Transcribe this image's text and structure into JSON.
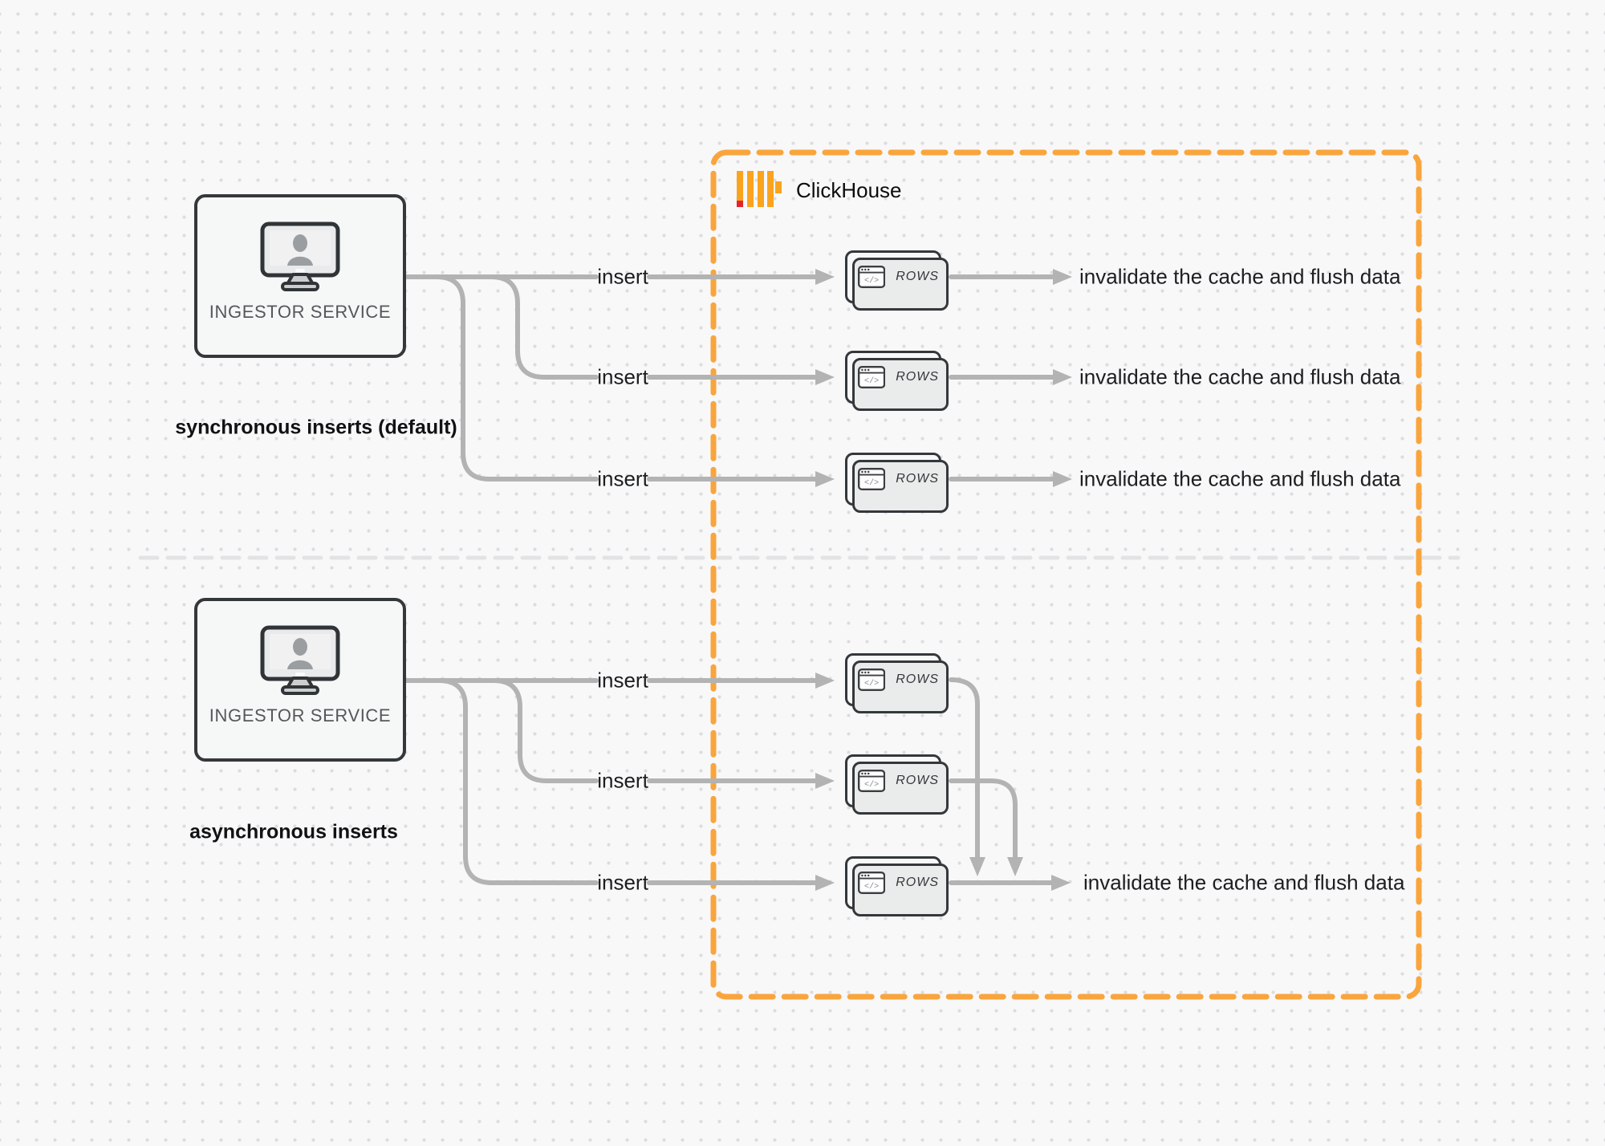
{
  "diagram": {
    "clickhouse_title": "ClickHouse",
    "sync_caption": "synchronous inserts (default)",
    "async_caption": "asynchronous inserts",
    "ingestor_label": "INGESTOR SERVICE",
    "insert_label": "insert",
    "rows_label": "ROWS",
    "code_glyph": "</>",
    "invalidate_label": "invalidate the cache and flush data"
  },
  "colors": {
    "accent_orange": "#F9A53D",
    "logo_yellow": "#FAA41E",
    "logo_red": "#E6232A",
    "connector_gray": "#B3B3B3",
    "box_border": "#34383B",
    "background": "#F8F8F9"
  }
}
